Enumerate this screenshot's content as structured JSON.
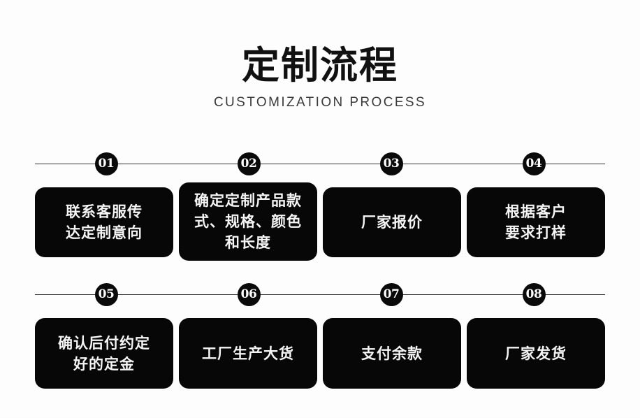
{
  "header": {
    "title": "定制流程",
    "subtitle": "CUSTOMIZATION PROCESS"
  },
  "colors": {
    "background": "#fdfdfd",
    "box_fill": "#070707",
    "box_text": "#f4f4f4",
    "badge_fill": "#0a0a0a",
    "badge_text": "#ffffff",
    "axis_line": "#333333",
    "title_text": "#111111",
    "subtitle_text": "#3b3b3b"
  },
  "rows": [
    {
      "name": "row-1",
      "steps": [
        {
          "badge": "01",
          "text": "联系客服传\n达定制意向",
          "lines": 2,
          "tall": false
        },
        {
          "badge": "02",
          "text": "确定定制产品款\n式、规格、颜色\n和长度",
          "lines": 3,
          "tall": true
        },
        {
          "badge": "03",
          "text": "厂家报价",
          "lines": 1,
          "tall": false
        },
        {
          "badge": "04",
          "text": "根据客户\n要求打样",
          "lines": 2,
          "tall": false
        }
      ]
    },
    {
      "name": "row-2",
      "steps": [
        {
          "badge": "05",
          "text": "确认后付约定\n好的定金",
          "lines": 2,
          "tall": false
        },
        {
          "badge": "06",
          "text": "工厂生产大货",
          "lines": 1,
          "tall": false
        },
        {
          "badge": "07",
          "text": "支付余款",
          "lines": 1,
          "tall": false
        },
        {
          "badge": "08",
          "text": "厂家发货",
          "lines": 1,
          "tall": false
        }
      ]
    }
  ]
}
